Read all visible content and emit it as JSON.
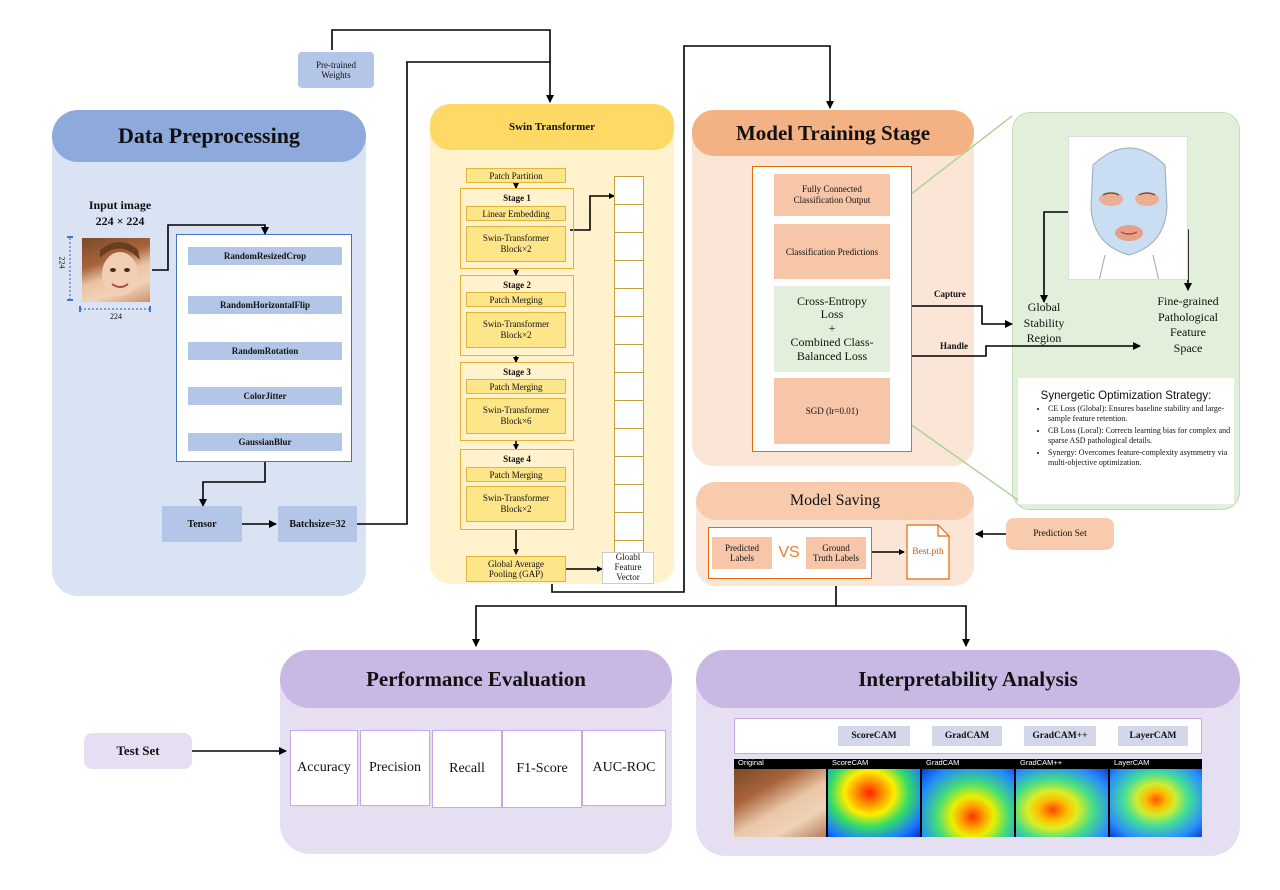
{
  "preprocessing": {
    "title": "Data Preprocessing",
    "input_label": "Input image",
    "input_size": "224 × 224",
    "dim_w": "224",
    "dim_h": "224",
    "steps": [
      "RandomResizedCrop",
      "RandomHorizontalFlip",
      "RandomRotation",
      "ColorJitter",
      "GaussianBlur"
    ],
    "tensor": "Tensor",
    "batch": "Batchsize=32"
  },
  "pretrained": "Pre-trained\nWeights",
  "swin": {
    "title": "Swin Transformer",
    "patch_partition": "Patch Partition",
    "stages": [
      {
        "name": "Stage 1",
        "op": "Linear Embedding",
        "block": "Swin-Transformer\nBlock×2"
      },
      {
        "name": "Stage 2",
        "op": "Patch Merging",
        "block": "Swin-Transformer\nBlock×2"
      },
      {
        "name": "Stage 3",
        "op": "Patch Merging",
        "block": "Swin-Transformer\nBlock×6"
      },
      {
        "name": "Stage 4",
        "op": "Patch Merging",
        "block": "Swin-Transformer\nBlock×2"
      }
    ],
    "gap": "Global Average\nPooling (GAP)",
    "feature_vector": "Gloabl\nFeature\nVector"
  },
  "training": {
    "title": "Model Training Stage",
    "fc": "Fully Connected\nClassification Output",
    "pred": "Classification Predictions",
    "loss": "Cross-Entropy\nLoss\n+\nCombined Class-\nBalanced Loss",
    "sgd": "SGD (lr=0.01)",
    "capture": "Capture",
    "handle": "Handle"
  },
  "face_panel": {
    "global_region": "Global\nStability\nRegion",
    "fine_grained": "Fine-grained\nPathological\nFeature\nSpace",
    "strategy_title": "Synergetic Optimization Strategy:",
    "strategy_items": [
      "CE Loss (Global): Ensures baseline stability and large-sample feature retention.",
      "CB Loss (Local): Corrects learning bias for complex and sparse ASD pathological details.",
      "Synergy: Overcomes feature-complexity asymmetry via multi-objective optimization."
    ]
  },
  "saving": {
    "title": "Model Saving",
    "predicted": "Predicted\nLabels",
    "vs": "VS",
    "ground": "Ground\nTruth Labels",
    "file": "Best.pth",
    "prediction_set": "Prediction Set"
  },
  "evaluation": {
    "title": "Performance Evaluation",
    "test_set": "Test Set",
    "metrics": [
      "Accuracy",
      "Precision",
      "Recall",
      "F1-Score",
      "AUC-ROC"
    ]
  },
  "interpretability": {
    "title": "Interpretability Analysis",
    "methods": [
      "ScoreCAM",
      "GradCAM",
      "GradCAM++",
      "LayerCAM"
    ],
    "strip_labels": [
      "Original",
      "ScoreCAM",
      "GradCAM",
      "GradCAM++",
      "LayerCAM"
    ]
  }
}
